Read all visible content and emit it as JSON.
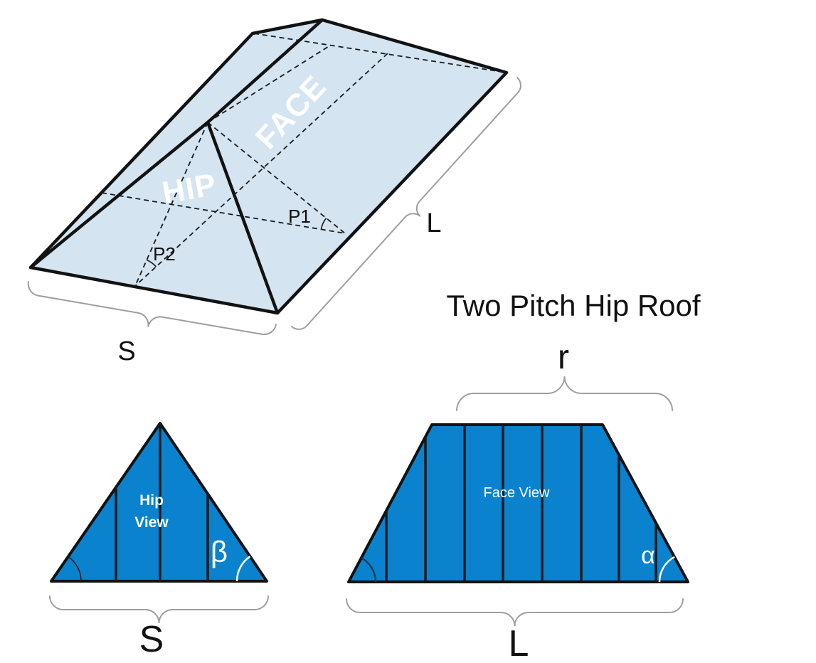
{
  "title": "Two Pitch Hip Roof",
  "colors": {
    "roof-light": "#d4e4f1",
    "roof-dark": "#0a82cd",
    "outline": "#121212",
    "brace": "#9e9e9e",
    "text-dark": "#111111",
    "text-light": "#ffffff"
  },
  "roof_3d": {
    "face_label": "FACE",
    "hip_label": "HIP",
    "pitch1_label": "P1",
    "pitch2_label": "P2",
    "side_label": "S",
    "length_label": "L"
  },
  "hip_view": {
    "title_line1": "Hip",
    "title_line2": "View",
    "angle_label": "β",
    "base_label": "S"
  },
  "face_view": {
    "title": "Face View",
    "angle_label": "α",
    "ridge_label": "r",
    "base_label": "L"
  }
}
